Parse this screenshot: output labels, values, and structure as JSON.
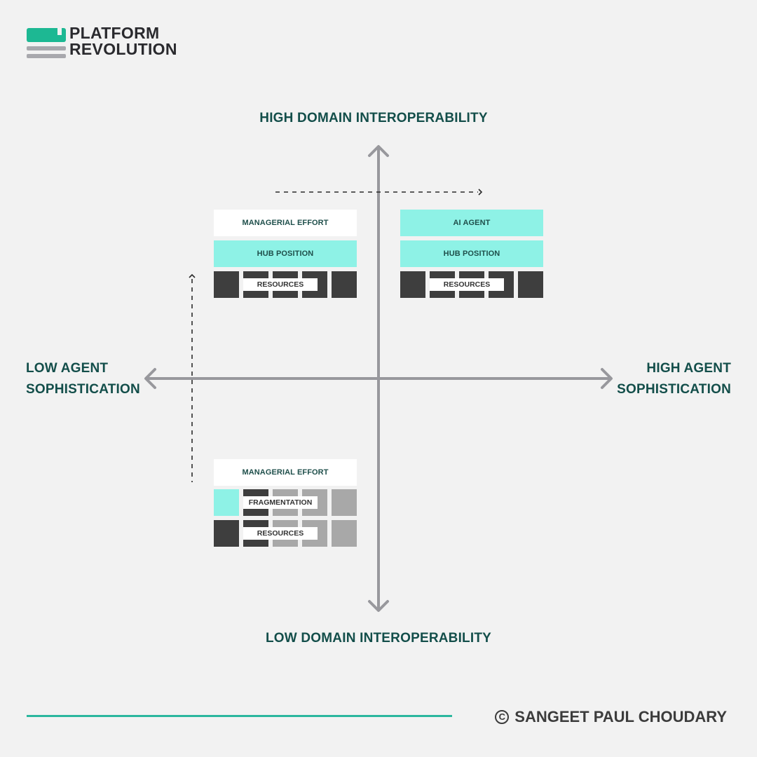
{
  "logo": {
    "line1": "PLATFORM",
    "line2": "REVOLUTION",
    "colors": {
      "mark": "#1db893",
      "bars": "#a8a8ad",
      "text": "#2a2a2e"
    }
  },
  "axes": {
    "top_label": "HIGH DOMAIN INTEROPERABILITY",
    "bottom_label": "LOW DOMAIN INTEROPERABILITY",
    "left_label_line1": "LOW AGENT",
    "left_label_line2": "SOPHISTICATION",
    "right_label_line1": "HIGH AGENT",
    "right_label_line2": "SOPHISTICATION",
    "label_color": "#134e4a",
    "axis_color": "#98989d"
  },
  "quadrants": {
    "top_left": {
      "layer1": "MANAGERIAL EFFORT",
      "layer2": "HUB POSITION",
      "resources": "RESOURCES"
    },
    "top_right": {
      "layer1": "AI AGENT",
      "layer2": "HUB POSITION",
      "resources": "RESOURCES"
    },
    "bottom_left": {
      "layer1": "MANAGERIAL EFFORT",
      "fragmentation": "FRAGMENTATION",
      "resources": "RESOURCES"
    }
  },
  "transitions": [
    {
      "from": "bottom_left",
      "to": "top_left",
      "style": "dashed",
      "direction": "up"
    },
    {
      "from": "top_left",
      "to": "top_right",
      "style": "dashed",
      "direction": "right"
    }
  ],
  "colors": {
    "background": "#f2f2f2",
    "teal_fill": "#8ef2e6",
    "dark_cell": "#3e3e3e",
    "grey_cell": "#a8a8a8",
    "footer_line": "#2bb79e"
  },
  "footer": {
    "copyright_symbol": "©",
    "credit": "SANGEET PAUL CHOUDARY"
  }
}
